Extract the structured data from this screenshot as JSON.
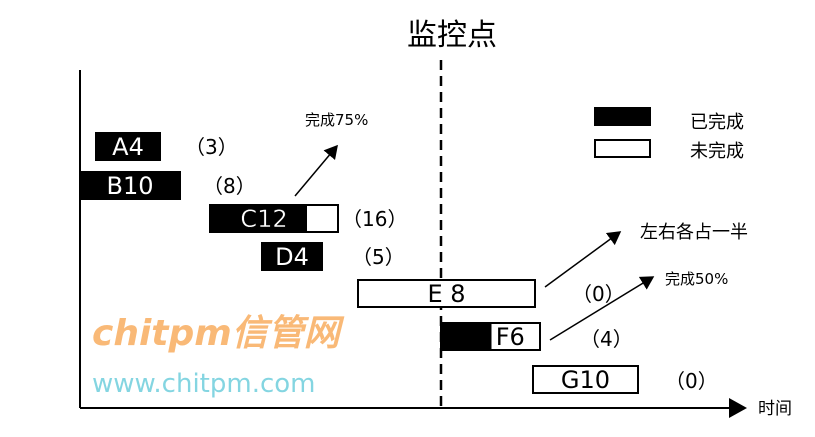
{
  "title": "监控点",
  "x_axis_label": "时间",
  "legend": [
    {
      "label": "已完成",
      "color": "#000000"
    },
    {
      "label": "未完成",
      "color": "#ffffff"
    }
  ],
  "tasks": [
    {
      "name": "A4",
      "float": "（3）",
      "done_fraction": 1
    },
    {
      "name": "B10",
      "float": "（8）",
      "done_fraction": 1
    },
    {
      "name": "C12",
      "float": "（16）",
      "done_fraction": 0.75
    },
    {
      "name": "D4",
      "float": "（5）",
      "done_fraction": 1
    },
    {
      "name": "E 8",
      "float": "（0）",
      "done_fraction": 0
    },
    {
      "name": "F6",
      "float": "（4）",
      "done_fraction": 0.5
    },
    {
      "name": "G10",
      "float": "（0）",
      "done_fraction": 0
    }
  ],
  "annotations": {
    "c12": "完成75%",
    "e8": "左右各占一半",
    "f6": "完成50%"
  },
  "watermark": {
    "main": "chitpm信管网",
    "url": "www.chitpm.com"
  }
}
